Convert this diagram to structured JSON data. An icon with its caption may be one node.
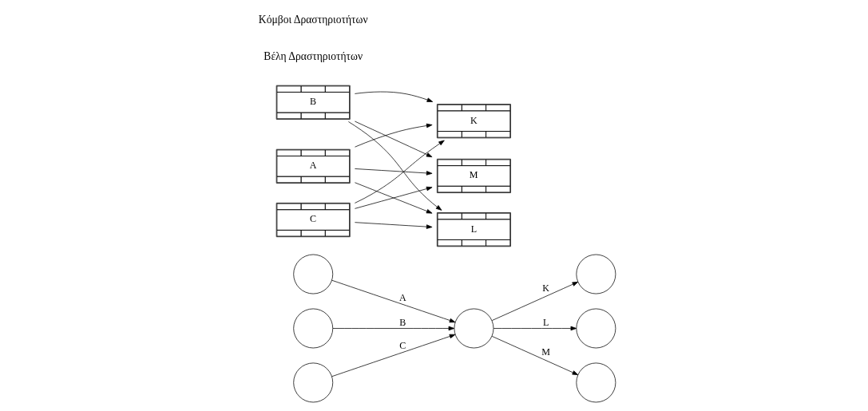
{
  "diagram": {
    "nodes": [
      {
        "text": [],
        "shape": "circle"
      },
      {
        "text": [],
        "shape": "circle"
      },
      {
        "text": [],
        "shape": "circle"
      },
      {
        "text": [],
        "shape": "circle"
      },
      {
        "text": [],
        "shape": "circle"
      },
      {
        "text": [],
        "shape": "circle"
      },
      {
        "text": [],
        "shape": "circle"
      },
      {
        "text": [
          "A"
        ]
      },
      {
        "text": [
          "B"
        ]
      },
      {
        "text": [
          "C"
        ]
      },
      {
        "text": [
          "K"
        ]
      },
      {
        "text": [
          "L"
        ]
      },
      {
        "text": [
          "M"
        ]
      }
    ],
    "edges": [
      {
        "from": 0,
        "to": 3,
        "arrow": "to",
        "label": "A"
      },
      {
        "from": 1,
        "to": 3,
        "arrow": "to",
        "label": "B"
      },
      {
        "from": 2,
        "to": 3,
        "arrow": "to",
        "label": "C"
      },
      {
        "from": 3,
        "to": 4,
        "arrow": "to",
        "label": "K"
      },
      {
        "from": 3,
        "to": 5,
        "arrow": "to",
        "label": "L"
      },
      {
        "from": 3,
        "to": 6,
        "arrow": "to",
        "label": "M"
      },
      {
        "from": 7,
        "to": 10,
        "arrow": "to"
      },
      {
        "from": 7,
        "to": 11,
        "arrow": "to"
      },
      {
        "from": 7,
        "to": 12,
        "arrow": "to"
      },
      {
        "from": 8,
        "to": 10,
        "arrow": "to"
      },
      {
        "from": 8,
        "to": 11,
        "arrow": "to"
      },
      {
        "from": 8,
        "to": 12,
        "arrow": "to"
      },
      {
        "from": 9,
        "to": 10,
        "arrow": "to"
      },
      {
        "from": 9,
        "to": 11,
        "arrow": "to"
      },
      {
        "from": 9,
        "to": 12,
        "arrow": "to"
      }
    ],
    "labels": [
      "Βέλη Δραστηριοτήτων",
      "Κόμβοι Δραστηριοτήτων"
    ]
  }
}
